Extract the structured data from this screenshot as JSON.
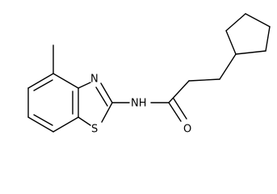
{
  "molecule": {
    "atom_labels": {
      "n_ring": "N",
      "s_ring": "S",
      "nh": "NH",
      "o": "O"
    },
    "colors": {
      "bond": "#000000",
      "label": "#000000",
      "background": "#ffffff"
    }
  }
}
